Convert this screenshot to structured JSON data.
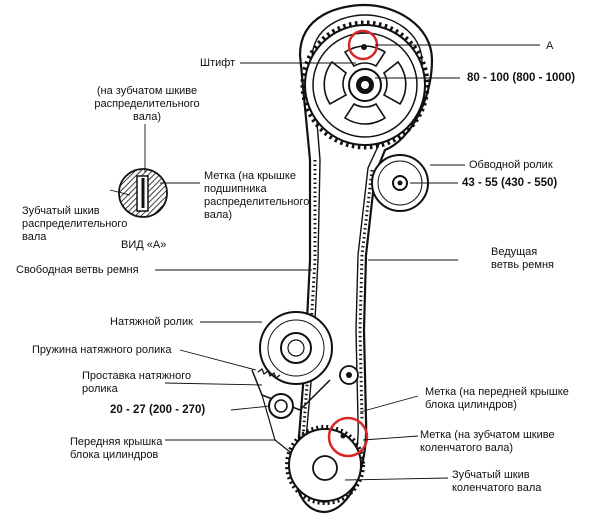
{
  "labels": {
    "view_a_marker": "А",
    "pin": "Штифт",
    "camshaft_torque": "80 - 100 (800 - 1000)",
    "camshaft_sprocket_note": "(на зубчатом шкиве\nраспределительного\nвала)",
    "bearing_cap_mark": "Метка (на крышке\nподшипника\nраспределительного\nвала)",
    "camshaft_sprocket": "Зубчатый шкив\nраспределительного\nвала",
    "view_a": "ВИД «А»",
    "idler_pulley": "Обводной ролик",
    "idler_torque": "43 - 55 (430 - 550)",
    "slack_side": "Свободная ветвь ремня",
    "drive_side": "Ведущая\nветвь ремня",
    "tensioner_pulley": "Натяжной ролик",
    "tensioner_spring": "Пружина натяжного ролика",
    "tensioner_spacer": "Проставка натяжного\nролика",
    "tensioner_torque": "20 - 27 (200 - 270)",
    "front_block_cover": "Передняя крышка\nблока цилиндров",
    "front_cover_mark": "Метка (на передней крышке\nблока цилиндров)",
    "crank_sprocket_mark": "Метка (на зубчатом шкиве\nколенчатого вала)",
    "crank_sprocket": "Зубчатый шкив\nколенчатого вала"
  },
  "colors": {
    "ink": "#111111",
    "highlight": "#d62828"
  }
}
